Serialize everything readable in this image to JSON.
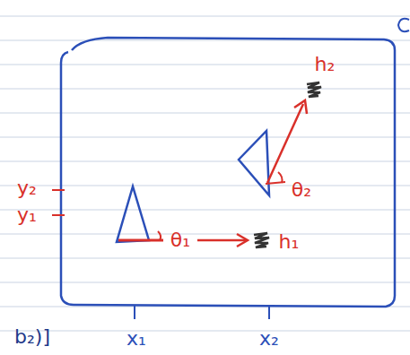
{
  "diagram": {
    "labels": [
      "h₂",
      "θ₂",
      "y₂",
      "y₁",
      "θ₁",
      "h₁",
      "x₁",
      "x₂",
      "b₂)]"
    ]
  }
}
